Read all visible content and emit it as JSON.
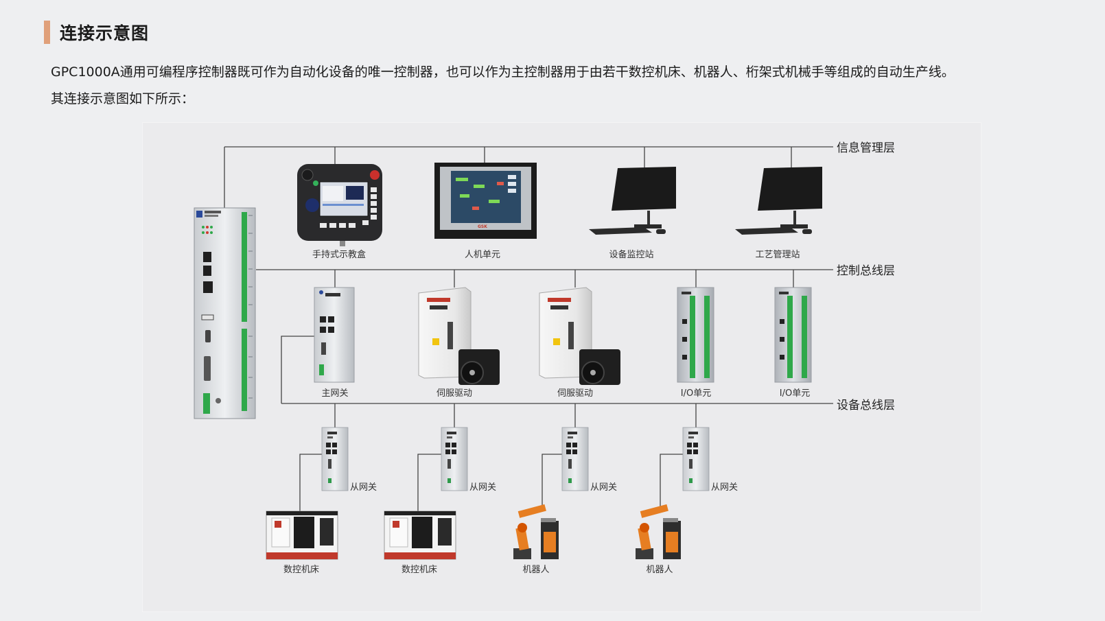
{
  "header": {
    "title": "连接示意图",
    "accent_color": "#e0a07a"
  },
  "intro": {
    "line1": "GPC1000A通用可编程序控制器既可作为自动化设备的唯一控制器，也可以作为主控制器用于由若干数控机床、机器人、桁架式机械手等组成的自动生产线。",
    "line2": "其连接示意图如下所示："
  },
  "diagram": {
    "layers": {
      "info": "信息管理层",
      "control": "控制总线层",
      "device": "设备总线层"
    },
    "info_devices": [
      "手持式示教盒",
      "人机单元",
      "设备监控站",
      "工艺管理站"
    ],
    "control_devices": [
      "主网关",
      "伺服驱动",
      "伺服驱动",
      "I/O单元",
      "I/O单元"
    ],
    "slave_gateway": "从网关",
    "bottom_devices": [
      "数控机床",
      "数控机床",
      "机器人",
      "机器人"
    ],
    "hmi_logo": "GSK"
  }
}
